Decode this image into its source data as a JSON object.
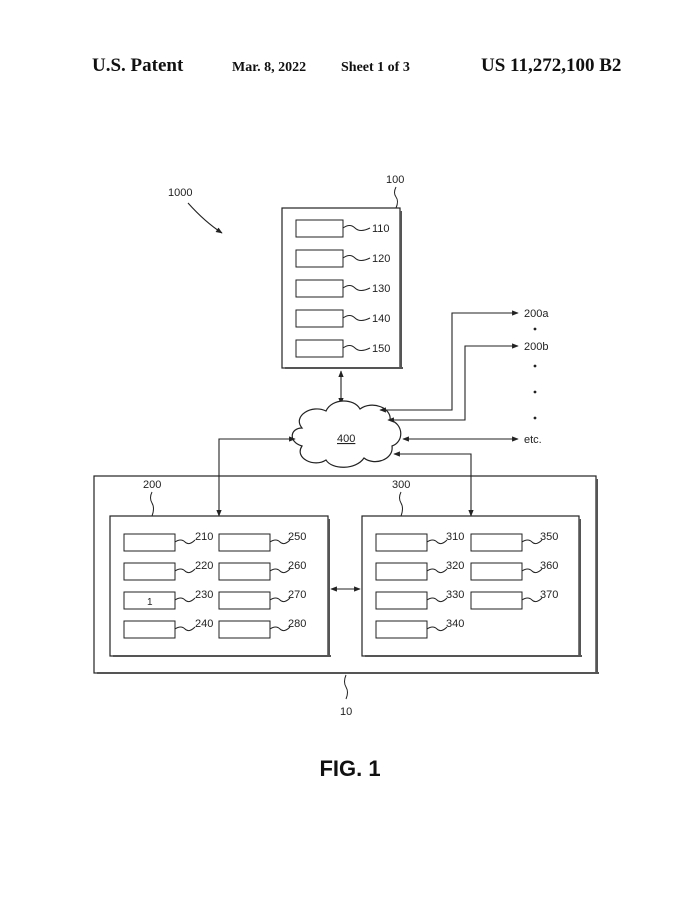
{
  "header": {
    "office": "U.S. Patent",
    "date": "Mar. 8, 2022",
    "sheet": "Sheet 1 of 3",
    "patent_no": "US 11,272,100 B2"
  },
  "figure": {
    "label": "FIG. 1",
    "system_ref": "1000",
    "server_ref": "100",
    "server_modules": [
      "110",
      "120",
      "130",
      "140",
      "150"
    ],
    "network_ref": "400",
    "external": {
      "a": "200a",
      "b": "200b",
      "etc": "etc."
    },
    "device_ref": "10",
    "left_unit_ref": "200",
    "left_modules_col1": [
      "210",
      "220",
      "230",
      "240"
    ],
    "left_modules_col2": [
      "250",
      "260",
      "270",
      "280"
    ],
    "left_box_inner_text": "1",
    "right_unit_ref": "300",
    "right_modules_col1": [
      "310",
      "320",
      "330",
      "340"
    ],
    "right_modules_col2": [
      "350",
      "360",
      "370"
    ]
  }
}
